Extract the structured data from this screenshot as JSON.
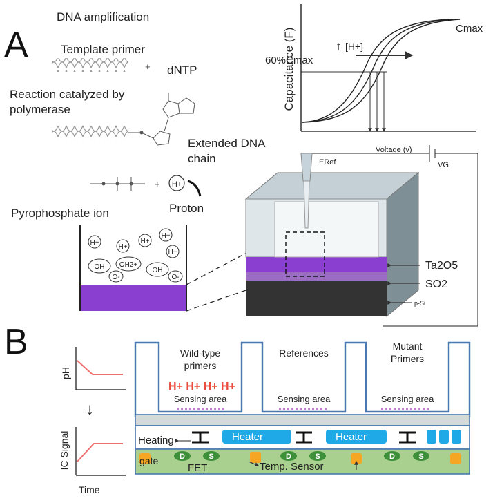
{
  "panel_a": {
    "label": "A",
    "dna_amplification": "DNA amplification",
    "template_primer": "Template primer",
    "plus": "+",
    "dntp": "dNTP",
    "reaction_line1": "Reaction catalyzed by",
    "reaction_line2": "polymerase",
    "extended_line1": "Extended DNA",
    "extended_line2": "chain",
    "proton": "Proton",
    "pyrophosphate": "Pyrophosphate ion",
    "h_plus": "H+",
    "oh": "OH",
    "oh2_plus": "OH2+",
    "o_minus": "O-"
  },
  "capacitance_plot": {
    "ylabel": "Capacitance (F)",
    "xlabel": "Voltage (v)",
    "cmax": "Cmax",
    "c60": "60%Cmax",
    "arrow_label": "[H+]"
  },
  "device": {
    "e_ref": "ERef",
    "v_g": "VG",
    "ta2o5": "Ta2O5",
    "so2": "SO2",
    "p_si": "p-Si",
    "colors": {
      "oxide": "#8a3fd1",
      "top": "#c4d0d6",
      "side": "#7f8f96"
    }
  },
  "panel_b": {
    "label": "B",
    "ph_label": "pH",
    "ic_label": "IC Signal",
    "time_label": "Time",
    "wild_line1": "Wild-type",
    "wild_line2": "primers",
    "references": "References",
    "mutant_line1": "Mutant",
    "mutant_line2": "Primers",
    "h_plus_row": "H+ H+ H+ H+",
    "sensing_area": "Sensing area",
    "heater": "Heater",
    "heating": "Heating",
    "gate": "gate",
    "fet": "FET",
    "temp_sensor": "Temp. Sensor",
    "drain": "D",
    "source": "S",
    "colors": {
      "outline": "#4a78b0",
      "heater": "#1fa9e6",
      "substrate": "#a9d08e",
      "gate": "#f5a623",
      "hplus": "#e94b3c",
      "trace": "#f07070"
    }
  }
}
